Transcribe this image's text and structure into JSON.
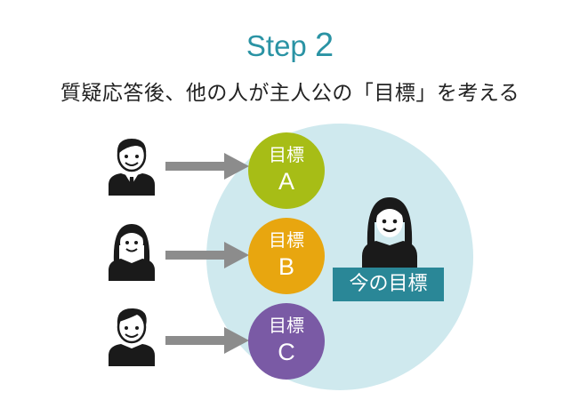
{
  "header": {
    "step_word": "Step",
    "step_number": "2",
    "subtitle": "質疑応答後、他の人が主人公の「目標」を考える"
  },
  "goals": [
    {
      "label": "目標",
      "letter": "A",
      "color": "#a7bd16"
    },
    {
      "label": "目標",
      "letter": "B",
      "color": "#e8a60f"
    },
    {
      "label": "目標",
      "letter": "C",
      "color": "#7a5aa5"
    }
  ],
  "current_goal_label": "今の目標",
  "colors": {
    "accent": "#2a93a4",
    "big_circle": "#cfe9ee",
    "arrow": "#8c8c8c",
    "person": "#1a1a1a"
  },
  "icons": [
    "man-tie-icon",
    "woman-icon",
    "man-icon",
    "woman-protagonist-icon",
    "arrow-right-icon"
  ]
}
